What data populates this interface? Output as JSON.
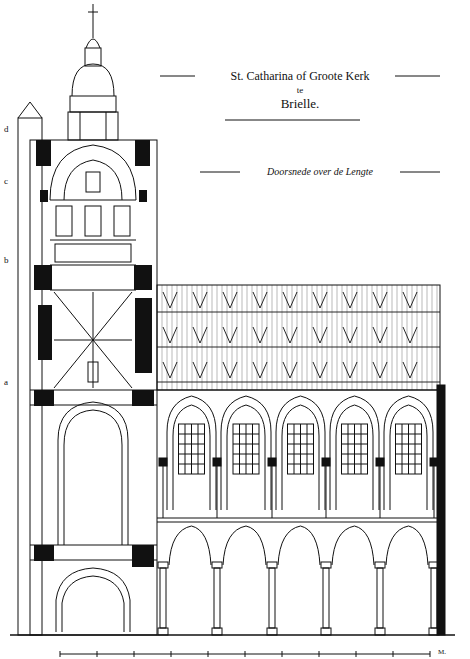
{
  "diagram": {
    "title": "St. Catharina of Groote Kerk",
    "labels": [
      "te",
      "Brielle.",
      "Doorsnede over de Lengte",
      "d",
      "c",
      "b",
      "a",
      "M."
    ]
  }
}
